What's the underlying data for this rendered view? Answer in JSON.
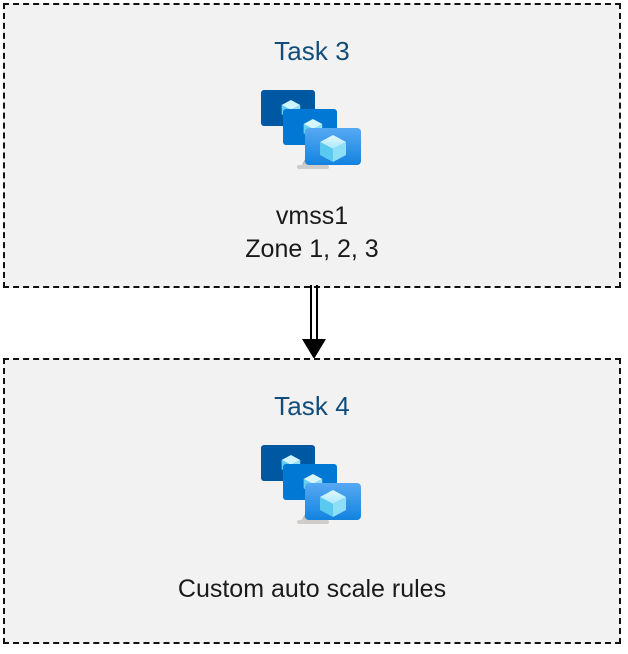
{
  "diagram": {
    "background_color": "#ffffff",
    "box_fill_color": "#f2f2f2",
    "box_border_color": "#111111",
    "title_color": "#124c79",
    "caption_color": "#1a1a1a",
    "connector_color": "#000000",
    "boxes": [
      {
        "id": "task-3",
        "title": "Task 3",
        "icon": "azure-vm-scale-set-icon",
        "caption_lines": [
          "vmss1",
          "Zone 1, 2, 3"
        ]
      },
      {
        "id": "task-4",
        "title": "Task 4",
        "icon": "azure-vm-scale-set-icon",
        "caption_lines": [
          "Custom auto scale rules"
        ]
      }
    ],
    "connector": {
      "name": "down-arrow",
      "style": "double-line-with-solid-arrowhead",
      "from": "Task 3",
      "to": "Task 4"
    }
  },
  "icon_palette": {
    "monitor_back": "#0058A3",
    "monitor_mid": "#0078D4",
    "monitor_front_top": "#52A7F2",
    "monitor_front_bottom": "#1487E0",
    "cube_light": "#C3F1FF",
    "cube_mid": "#6FD9F7",
    "cube_dark": "#32BEEF",
    "stand_top": "#8A8886",
    "stand_base": "#C8C6C4"
  }
}
